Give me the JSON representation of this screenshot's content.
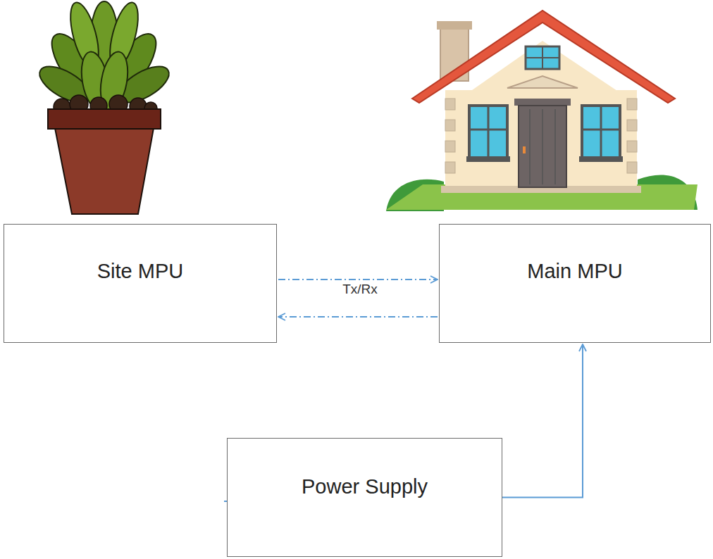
{
  "diagram": {
    "nodes": [
      {
        "text": [
          "Site MPU"
        ]
      },
      {
        "text": [
          "Main MPU"
        ]
      },
      {
        "text": [
          "Power Supply"
        ]
      }
    ],
    "edges": [
      {
        "from": 0,
        "to": 1,
        "arrow": "to"
      },
      {
        "from": 1,
        "to": 0,
        "arrow": "to"
      },
      {
        "from": 2,
        "to": 1,
        "arrow": "to"
      }
    ],
    "labels": [
      "Tx/Rx"
    ]
  }
}
